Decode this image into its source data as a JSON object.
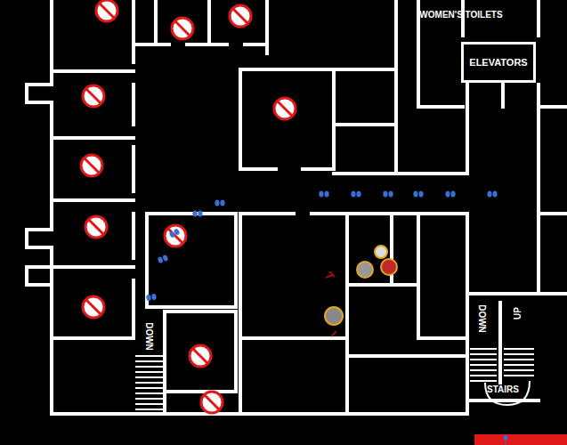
{
  "diagram": {
    "nodes": [
      {
        "text": [
          "ELEVATORS"
        ]
      }
    ],
    "labels": [
      "WOMEN'S TOILETS",
      "DOWN",
      "DOWN",
      "UP",
      "STAIRS"
    ]
  }
}
